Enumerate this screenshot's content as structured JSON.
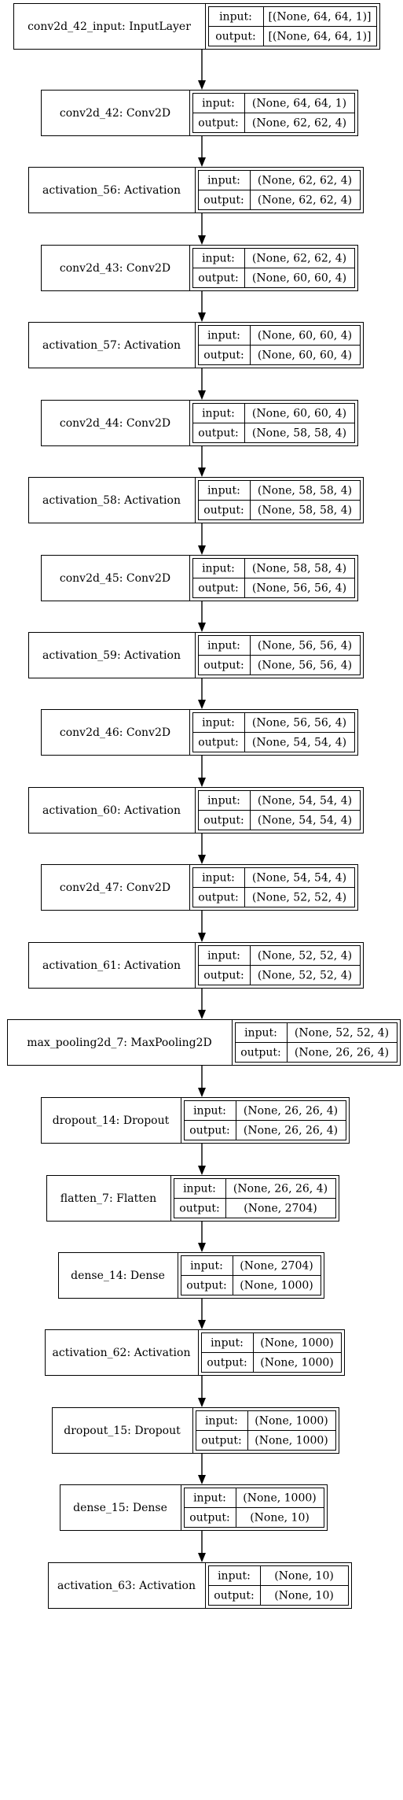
{
  "diagram": {
    "nodes": [
      {
        "name": "conv2d_42_input: InputLayer",
        "input": "[(None, 64, 64, 1)]",
        "output": "[(None, 64, 64, 1)]"
      },
      {
        "name": "conv2d_42: Conv2D",
        "input": "(None, 64, 64, 1)",
        "output": "(None, 62, 62, 4)"
      },
      {
        "name": "activation_56: Activation",
        "input": "(None, 62, 62, 4)",
        "output": "(None, 62, 62, 4)"
      },
      {
        "name": "conv2d_43: Conv2D",
        "input": "(None, 62, 62, 4)",
        "output": "(None, 60, 60, 4)"
      },
      {
        "name": "activation_57: Activation",
        "input": "(None, 60, 60, 4)",
        "output": "(None, 60, 60, 4)"
      },
      {
        "name": "conv2d_44: Conv2D",
        "input": "(None, 60, 60, 4)",
        "output": "(None, 58, 58, 4)"
      },
      {
        "name": "activation_58: Activation",
        "input": "(None, 58, 58, 4)",
        "output": "(None, 58, 58, 4)"
      },
      {
        "name": "conv2d_45: Conv2D",
        "input": "(None, 58, 58, 4)",
        "output": "(None, 56, 56, 4)"
      },
      {
        "name": "activation_59: Activation",
        "input": "(None, 56, 56, 4)",
        "output": "(None, 56, 56, 4)"
      },
      {
        "name": "conv2d_46: Conv2D",
        "input": "(None, 56, 56, 4)",
        "output": "(None, 54, 54, 4)"
      },
      {
        "name": "activation_60: Activation",
        "input": "(None, 54, 54, 4)",
        "output": "(None, 54, 54, 4)"
      },
      {
        "name": "conv2d_47: Conv2D",
        "input": "(None, 54, 54, 4)",
        "output": "(None, 52, 52, 4)"
      },
      {
        "name": "activation_61: Activation",
        "input": "(None, 52, 52, 4)",
        "output": "(None, 52, 52, 4)"
      },
      {
        "name": "max_pooling2d_7: MaxPooling2D",
        "input": "(None, 52, 52, 4)",
        "output": "(None, 26, 26, 4)"
      },
      {
        "name": "dropout_14: Dropout",
        "input": "(None, 26, 26, 4)",
        "output": "(None, 26, 26, 4)"
      },
      {
        "name": "flatten_7: Flatten",
        "input": "(None, 26, 26, 4)",
        "output": "(None, 2704)"
      },
      {
        "name": "dense_14: Dense",
        "input": "(None, 2704)",
        "output": "(None, 1000)"
      },
      {
        "name": "activation_62: Activation",
        "input": "(None, 1000)",
        "output": "(None, 1000)"
      },
      {
        "name": "dropout_15: Dropout",
        "input": "(None, 1000)",
        "output": "(None, 1000)"
      },
      {
        "name": "dense_15: Dense",
        "input": "(None, 1000)",
        "output": "(None, 10)"
      },
      {
        "name": "activation_63: Activation",
        "input": "(None, 10)",
        "output": "(None, 10)"
      }
    ],
    "port_labels": {
      "input": "input:",
      "output": "output:"
    }
  }
}
